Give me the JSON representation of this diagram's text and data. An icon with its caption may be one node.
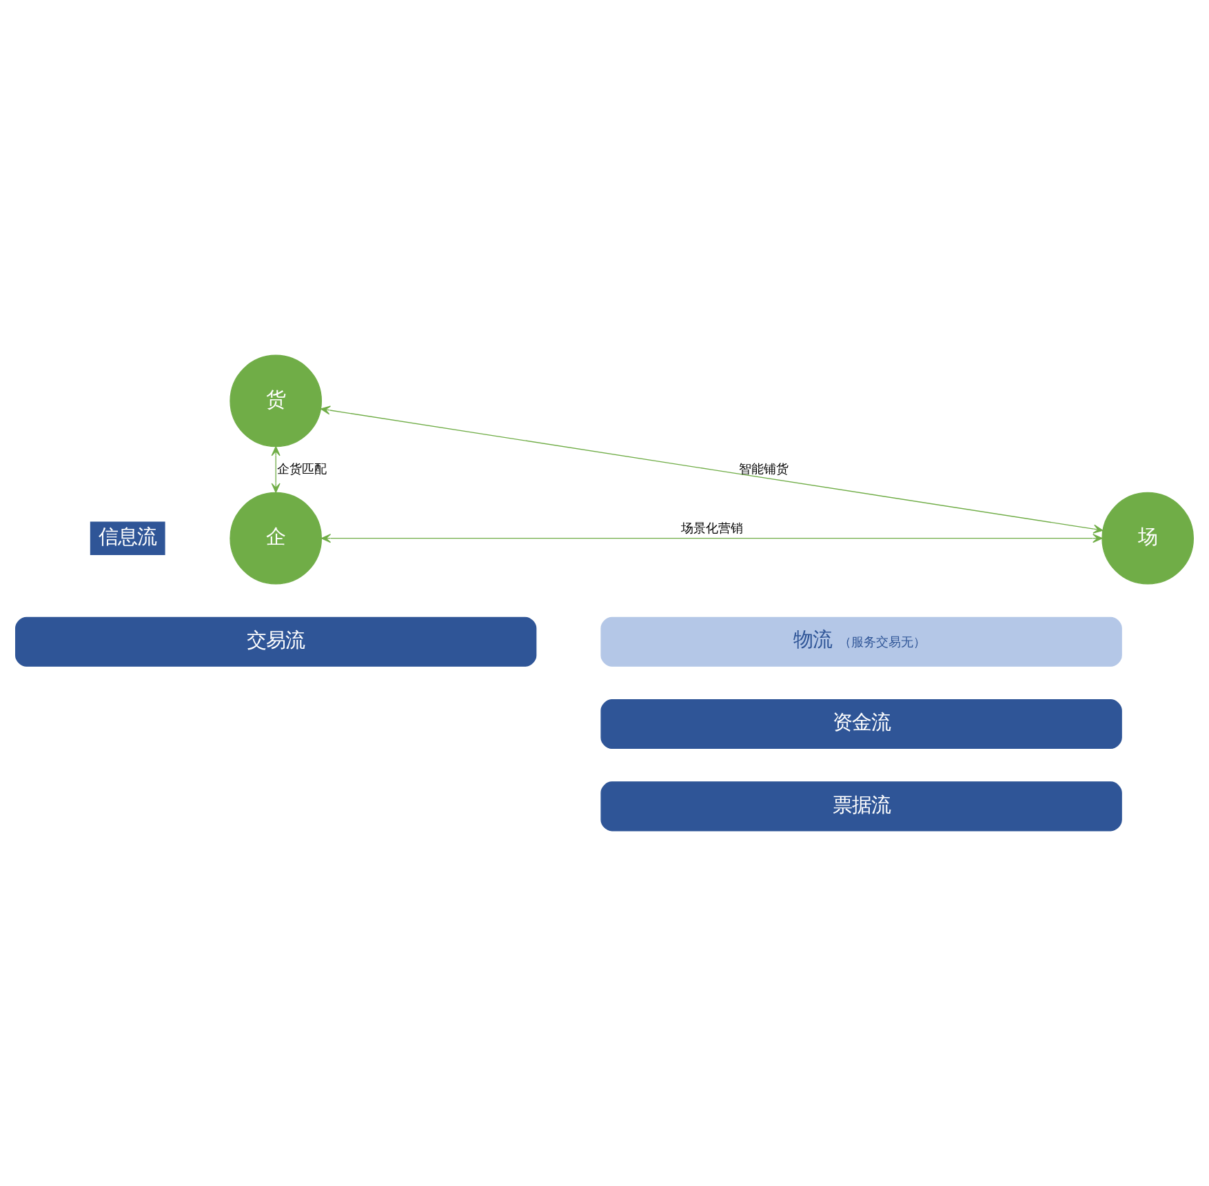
{
  "diagram": {
    "nodes": [
      {
        "text": [
          "货"
        ]
      },
      {
        "text": [
          "信息流"
        ]
      },
      {
        "text": [
          "企"
        ]
      },
      {
        "text": [
          "场"
        ]
      },
      {
        "text": [
          "交易流"
        ]
      },
      {
        "text": [
          "物流",
          "（服务交易无）"
        ]
      },
      {
        "text": [
          "资金流"
        ]
      },
      {
        "text": [
          "票据流"
        ]
      }
    ],
    "edges": [
      {
        "from": 2,
        "to": 0,
        "arrow": "both",
        "label": "企货匹配"
      },
      {
        "from": 0,
        "to": 3,
        "arrow": "both",
        "label": "智能铺货"
      },
      {
        "from": 2,
        "to": 3,
        "arrow": "both",
        "label": "场景化营销"
      }
    ]
  }
}
